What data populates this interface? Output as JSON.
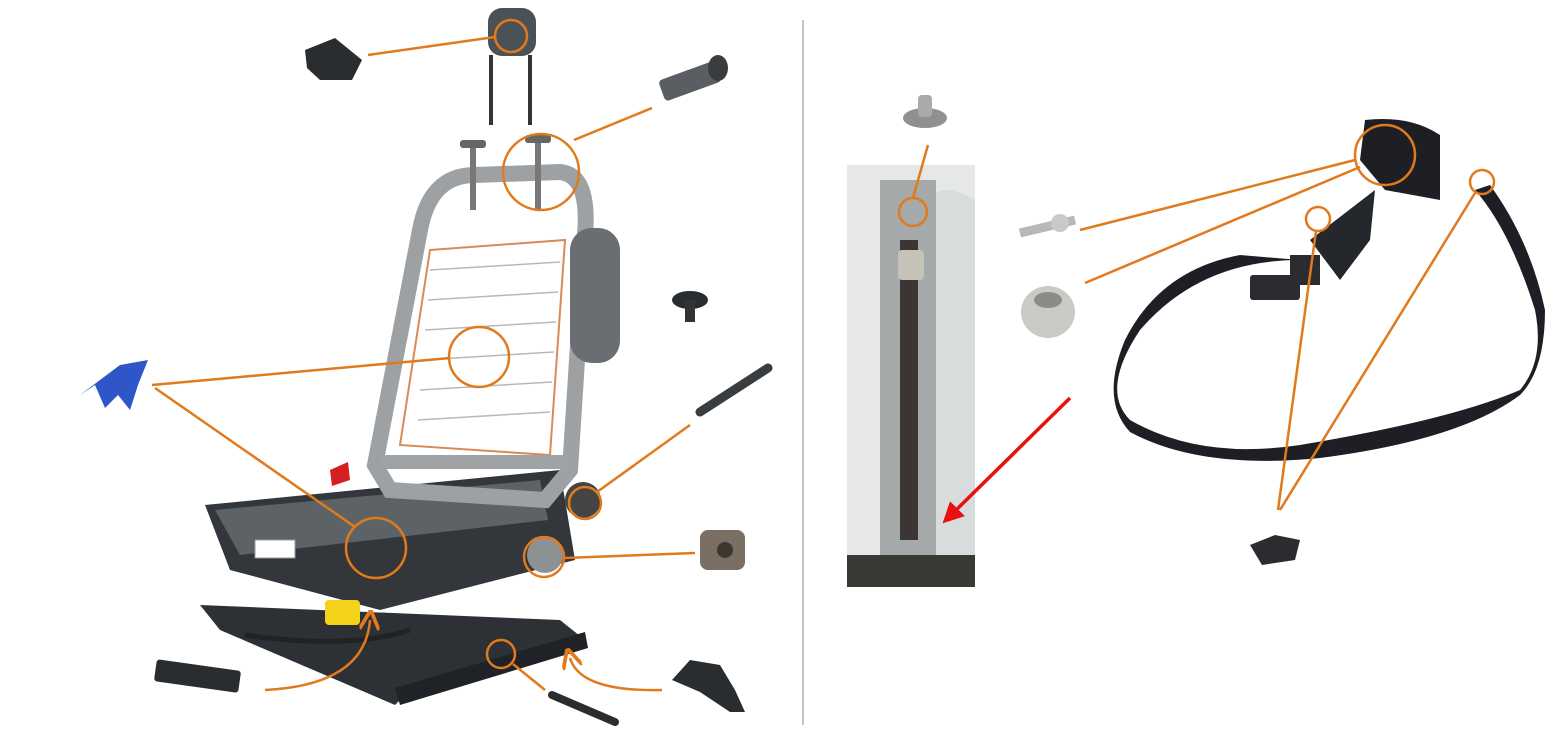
{
  "colors": {
    "callout": "#e07a1c",
    "pointer_arrow": "#e81010",
    "divider": "#b0b0b0",
    "part_dark": "#2a2d30",
    "part_metal": "#a9acae",
    "clip_blue": "#2f56c8",
    "clip_yellow": "#f2d21a",
    "belt": "#1d1f24"
  },
  "panels": [
    {
      "id": "seat-exploded-view",
      "parts_called_out": 9
    },
    {
      "id": "seatbelt-exploded-view",
      "parts_called_out": 5
    }
  ]
}
